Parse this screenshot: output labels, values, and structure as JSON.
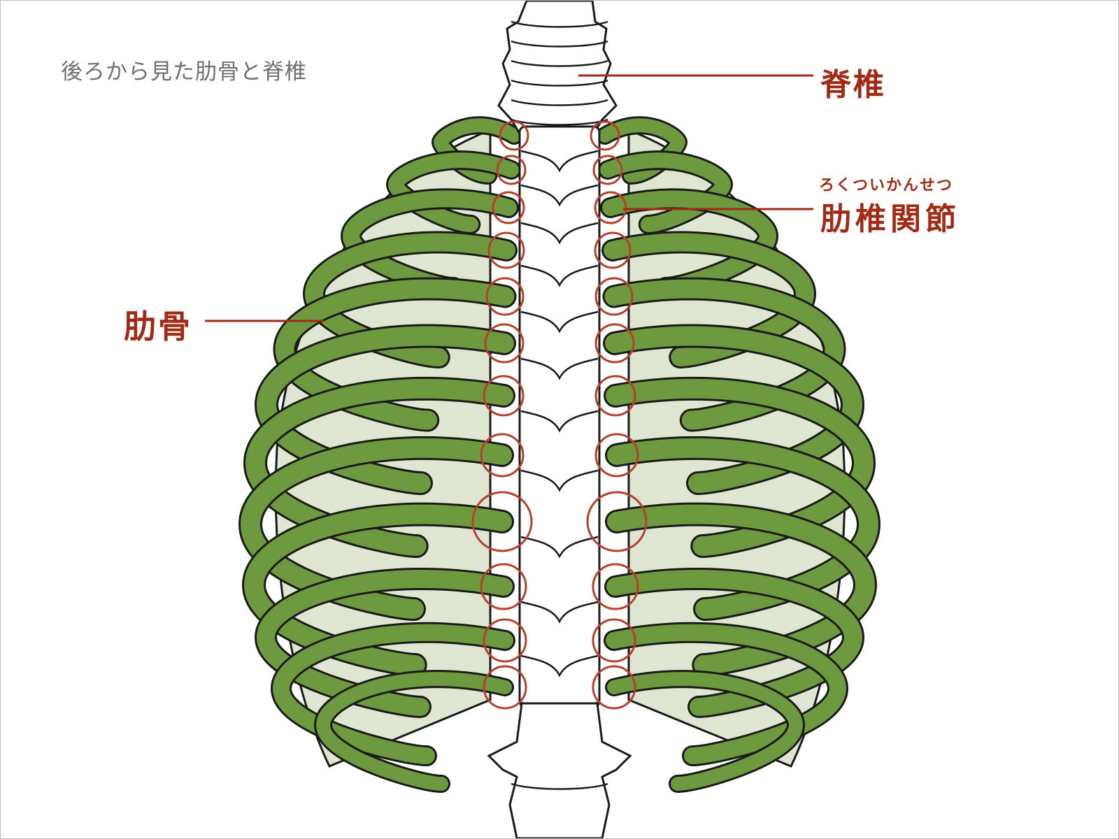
{
  "caption": "後ろから見た肋骨と脊椎",
  "labels": {
    "spine": "脊椎",
    "ribs": "肋骨",
    "costovertebral_joint": "肋椎関節",
    "costovertebral_joint_reading": "ろくついかんせつ"
  },
  "colors": {
    "rib": "#6e9a3f",
    "rib_inner": "#dfe6d2",
    "outline": "#1a1a1a",
    "accent": "#a02a14",
    "joint_marker": "#b5412b",
    "caption": "#6f6f6f",
    "bone": "#ffffff"
  },
  "diagram": {
    "rib_pairs": 12,
    "joint_markers_per_side": 12
  }
}
